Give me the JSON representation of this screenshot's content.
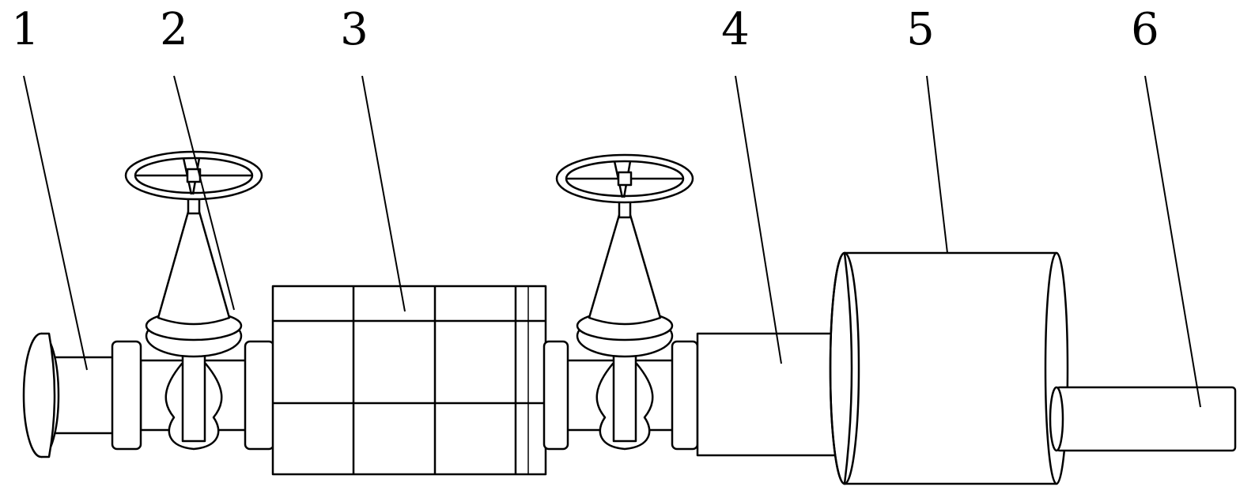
{
  "labels": [
    {
      "id": "1",
      "text": "1"
    },
    {
      "id": "2",
      "text": "2"
    },
    {
      "id": "3",
      "text": "3"
    },
    {
      "id": "4",
      "text": "4"
    },
    {
      "id": "5",
      "text": "5"
    },
    {
      "id": "6",
      "text": "6"
    }
  ],
  "colors": {
    "stroke": "#000000",
    "background": "#ffffff"
  }
}
